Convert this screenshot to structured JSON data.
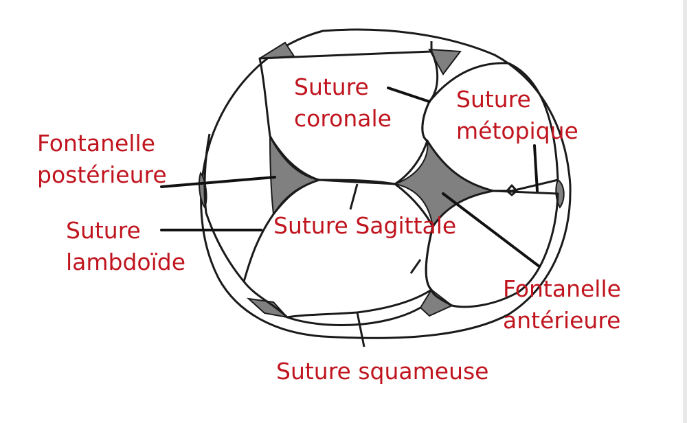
{
  "colors": {
    "label": "#c0151f",
    "outline": "#1a1a1a",
    "fontanelle_fill": "#808080",
    "background": "#ffffff"
  },
  "labels": {
    "suture_coronale": {
      "line1": "Suture",
      "line2": "coronale"
    },
    "suture_metopique": {
      "line1": "Suture",
      "line2": "métopique"
    },
    "fontanelle_posterieure": {
      "line1": "Fontanelle",
      "line2": "postérieure"
    },
    "suture_lambdoide": {
      "line1": "Suture",
      "line2": "lambdoïde"
    },
    "suture_sagittale": {
      "text": "Suture Sagittale"
    },
    "fontanelle_anterieure": {
      "line1": "Fontanelle",
      "line2": "antérieure"
    },
    "suture_squameuse": {
      "text": "Suture squameuse"
    }
  }
}
